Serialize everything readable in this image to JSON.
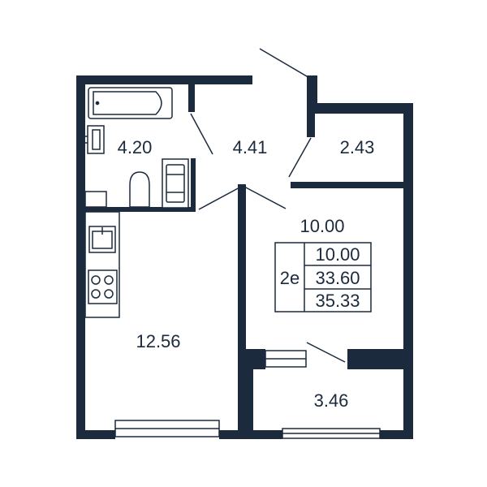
{
  "colors": {
    "wall": "#1b2a3d",
    "background": "#ffffff"
  },
  "rooms": {
    "bathroom": "4.20",
    "hallway": "4.41",
    "storage": "2.43",
    "bedroom": "10.00",
    "kitchen": "12.56",
    "balcony": "3.46"
  },
  "summary": {
    "type": "2e",
    "living_area": "10.00",
    "total_area": "33.60",
    "total_with_balcony": "35.33"
  }
}
